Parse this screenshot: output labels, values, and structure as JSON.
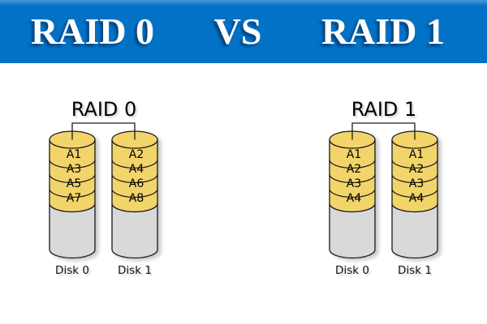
{
  "header": {
    "left_title": "RAID 0",
    "vs_label": "VS",
    "right_title": "RAID 1"
  },
  "diagrams": [
    {
      "title": "RAID 0",
      "disks": [
        {
          "label": "Disk 0",
          "blocks": [
            "A1",
            "A3",
            "A5",
            "A7"
          ]
        },
        {
          "label": "Disk 1",
          "blocks": [
            "A2",
            "A4",
            "A6",
            "A8"
          ]
        }
      ]
    },
    {
      "title": "RAID 1",
      "disks": [
        {
          "label": "Disk 0",
          "blocks": [
            "A1",
            "A2",
            "A3",
            "A4"
          ]
        },
        {
          "label": "Disk 1",
          "blocks": [
            "A1",
            "A2",
            "A3",
            "A4"
          ]
        }
      ]
    }
  ],
  "colors": {
    "banner_blue": "#0272C6",
    "banner_text": "#FFFFFF",
    "platter_yellow": "#F3D46B",
    "disk_body_gray": "#D9D9D9",
    "outline_black": "#1A1A1A"
  }
}
